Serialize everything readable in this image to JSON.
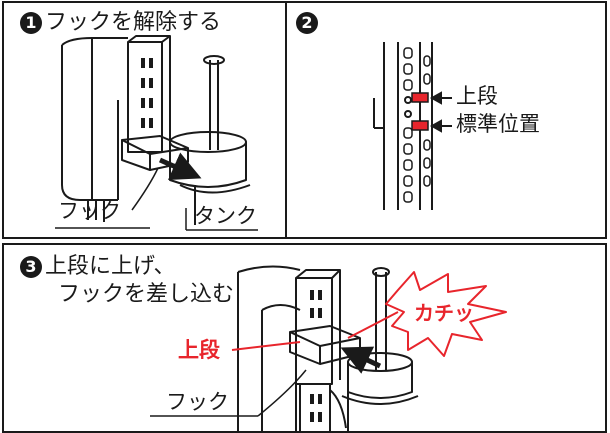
{
  "step1": {
    "number": "1",
    "text": "フックを解除する"
  },
  "step2": {
    "number": "2"
  },
  "step3": {
    "number": "3",
    "text_line1": "上段に上げ、",
    "text_line2": "フックを差し込む"
  },
  "labels": {
    "hook_1": "フック",
    "tank": "タンク",
    "upper": "上段",
    "standard": "標準位置",
    "upper_red": "上段",
    "hook_3": "フック"
  },
  "burst_text": "カチッ",
  "colors": {
    "accent": "#e8252c",
    "ink": "#1a1a1a"
  }
}
